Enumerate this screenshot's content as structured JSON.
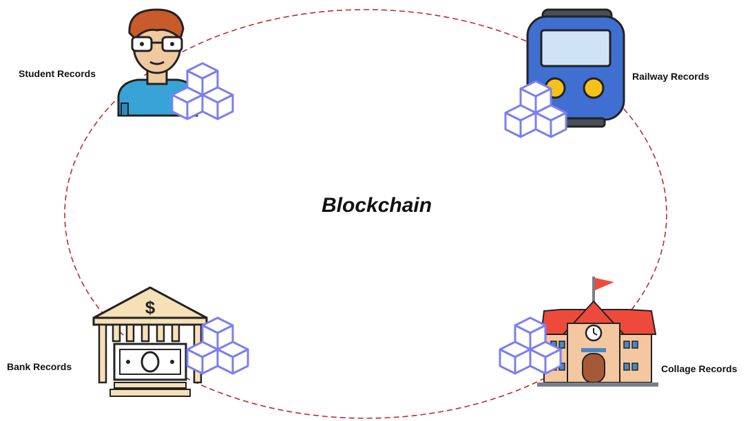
{
  "diagram": {
    "center_title": "Blockchain",
    "ring_color": "#c0272d",
    "block_icon_color": "#7b7ff0",
    "nodes": [
      {
        "label": "Student Records",
        "icon": "student-icon"
      },
      {
        "label": "Railway Records",
        "icon": "train-icon"
      },
      {
        "label": "Bank Records",
        "icon": "bank-icon"
      },
      {
        "label": "Collage Records",
        "icon": "school-icon"
      }
    ]
  }
}
